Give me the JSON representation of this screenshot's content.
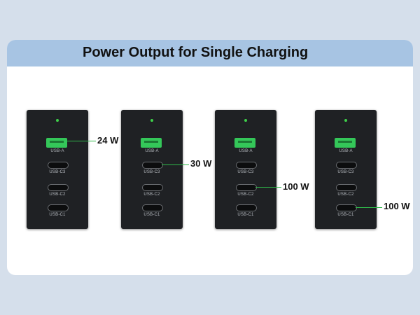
{
  "title": "Power Output for Single Charging",
  "port_labels": {
    "usb_a": "USB-A",
    "usb_c3": "USB-C3",
    "usb_c2": "USB-C2",
    "usb_c1": "USB-C1"
  },
  "outputs": [
    {
      "port": "USB-A",
      "watts": "24 W"
    },
    {
      "port": "USB-C3",
      "watts": "30 W"
    },
    {
      "port": "USB-C2",
      "watts": "100 W"
    },
    {
      "port": "USB-C1",
      "watts": "100 W"
    }
  ],
  "colors": {
    "background": "#d5dfeb",
    "header": "#a7c4e3",
    "charger_body": "#1f2124",
    "usb_a_port": "#34c759",
    "indicator_line": "#2fb84a"
  },
  "icons": [
    "indicator-led-icon",
    "usb-a-port-icon",
    "usb-c-port-icon"
  ]
}
